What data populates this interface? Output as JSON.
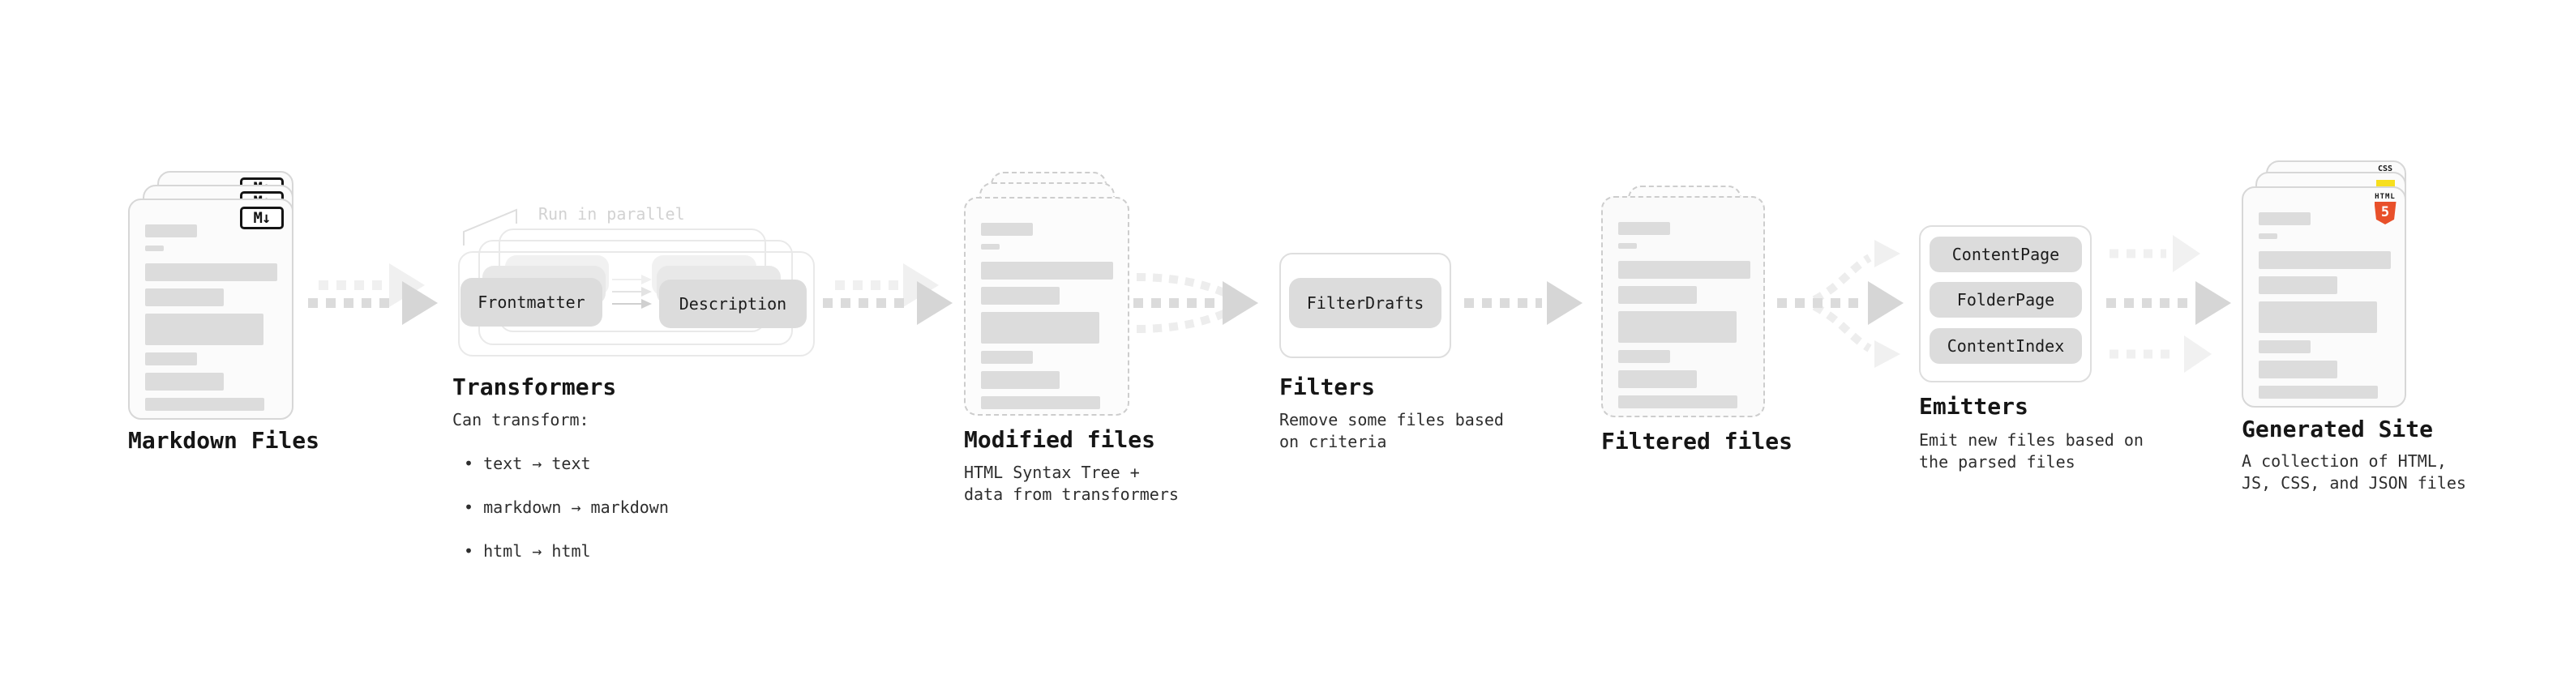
{
  "diagram": {
    "title_context": "Static site generation pipeline",
    "stages": {
      "markdown_files": {
        "label": "Markdown Files",
        "icon": "markdown-icon",
        "icon_label": "M↓",
        "file_count": 3
      },
      "transformers": {
        "label": "Transformers",
        "annotation": "Run in parallel",
        "layers": 3,
        "boxes": [
          "Frontmatter",
          "Description"
        ],
        "heading": "Can transform:",
        "bullets": [
          "• text → text",
          "• markdown → markdown",
          "• html → html"
        ]
      },
      "modified_files": {
        "label": "Modified files",
        "description": "HTML Syntax Tree +\ndata from transformers"
      },
      "filters": {
        "label": "Filters",
        "boxes": [
          "FilterDrafts"
        ],
        "description": "Remove some files based\non criteria"
      },
      "filtered_files": {
        "label": "Filtered files"
      },
      "emitters": {
        "label": "Emitters",
        "boxes": [
          "ContentPage",
          "FolderPage",
          "ContentIndex"
        ],
        "description": "Emit new files based on\nthe parsed files"
      },
      "generated_site": {
        "label": "Generated Site",
        "description": "A collection of HTML,\nJS, CSS, and JSON files",
        "badges": {
          "css": "CSS",
          "html": "HTML",
          "html5_number": "5"
        },
        "icons": [
          "css-icon",
          "js-icon",
          "html5-icon"
        ]
      }
    },
    "colors": {
      "background": "#ffffff",
      "card_border": "#d7d7d7",
      "card_fill": "#fbfbfb",
      "bar_fill": "#dcdcdc",
      "button_fill": "#dcdcdc",
      "container_border": "#dedede",
      "arrow": "#dbdbdb",
      "arrow_head": "#d6d6d6",
      "arrow_ghost": "#f0f0f0",
      "text_primary": "#161616",
      "text_secondary": "#2e2e2e",
      "annotation_gray": "#d2d2d2",
      "markdown_black": "#141414",
      "html5_orange": "#e8502a",
      "js_yellow": "#f7df1e",
      "css_blue": "#2760e6"
    }
  }
}
